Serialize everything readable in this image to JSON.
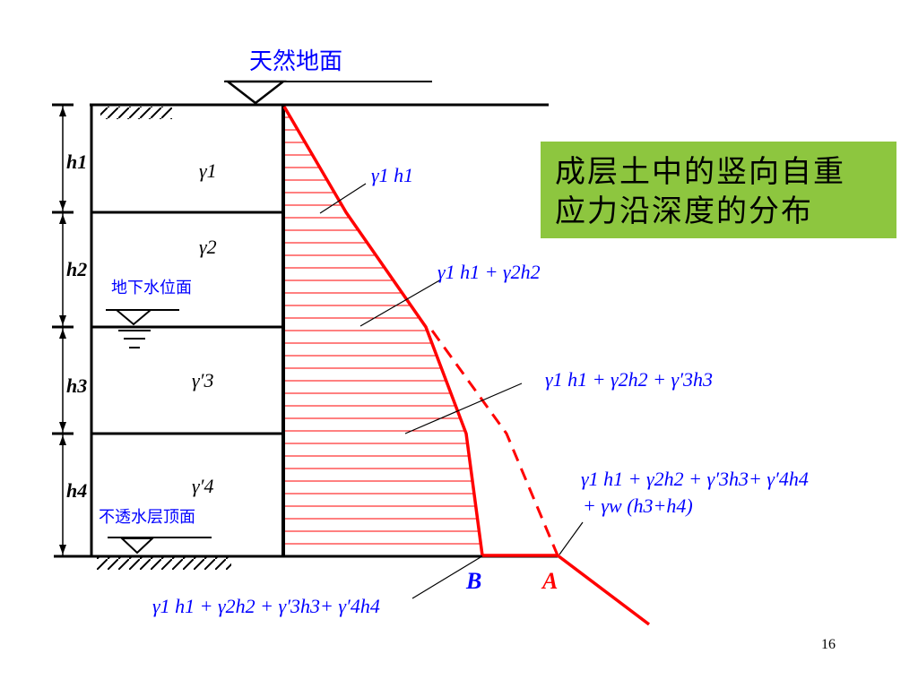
{
  "ground_surface_label": "天然地面",
  "groundwater_label": "地下水位面",
  "impermeable_label": "不透水层顶面",
  "title_lines": [
    "成层土中的竖向自重",
    "应力沿深度的分布"
  ],
  "layer_thickness_labels": [
    "h1",
    "h2",
    "h3",
    "h4"
  ],
  "layer_unit_weight_labels": [
    "γ1",
    "γ2",
    "γ′3",
    "γ′4"
  ],
  "stress_labels": {
    "s1": "γ1 h1",
    "s2": "γ1 h1 + γ2h2",
    "s3": "γ1 h1 + γ2h2 + γ′3h3",
    "sA_line1": "γ1 h1 + γ2h2 + γ′3h3+ γ′4h4",
    "sA_line2": "+ γw (h3+h4)",
    "sB": "γ1 h1 + γ2h2 + γ′3h3+ γ′4h4"
  },
  "point_labels": {
    "B": "B",
    "A": "A"
  },
  "page_number": "16",
  "colors": {
    "red": "#ff0000",
    "blue": "#0000ff",
    "title_bg": "#8dc63f"
  }
}
